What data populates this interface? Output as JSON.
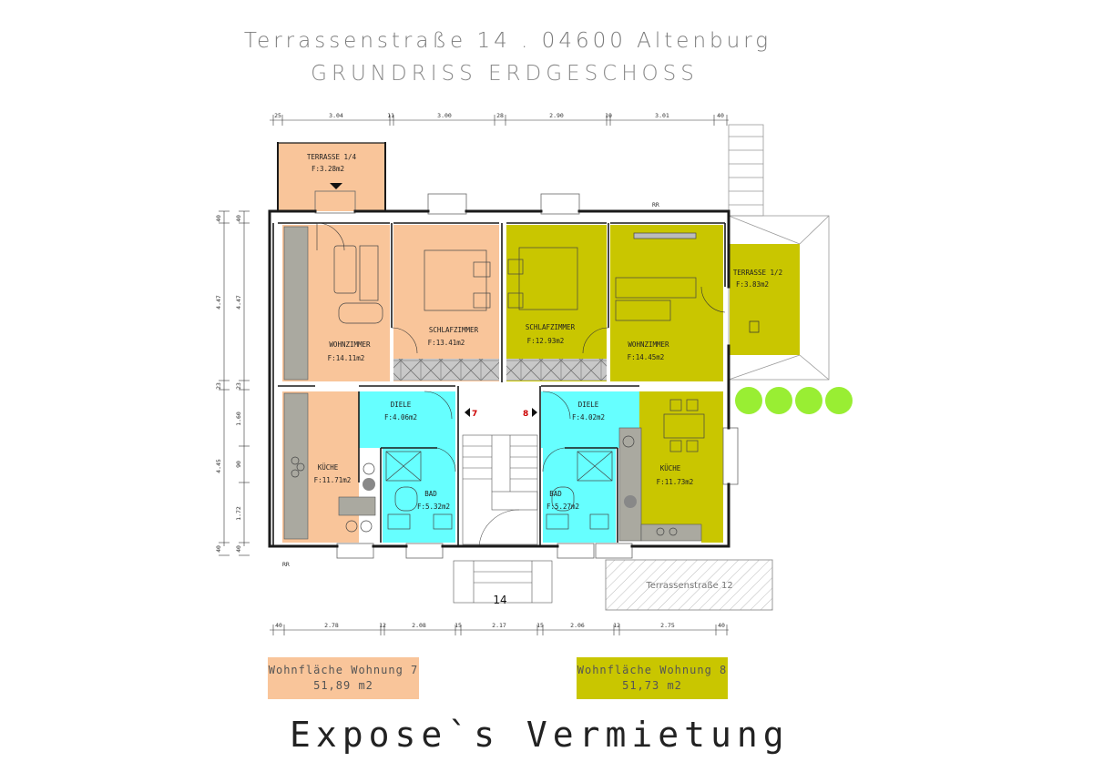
{
  "header": {
    "address": "Terrassenstraße 14 . 04600 Altenburg",
    "plan_title": "GRUNDRISS ERDGESCHOSS"
  },
  "footer": {
    "title": "Expose`s Vermietung"
  },
  "summary": {
    "w7_label": "Wohnfläche Wohnung 7",
    "w7_value": "51,89 m2",
    "w8_label": "Wohnfläche Wohnung 8",
    "w8_value": "51,73 m2"
  },
  "rooms": {
    "terrasse14": {
      "name": "TERRASSE 1/4",
      "area": "F:3.28m2"
    },
    "terrasse12": {
      "name": "TERRASSE 1/2",
      "area": "F:3.83m2"
    },
    "wohn7": {
      "name": "WOHNZIMMER",
      "area": "F:14.11m2"
    },
    "schlaf7": {
      "name": "SCHLAFZIMMER",
      "area": "F:13.41m2"
    },
    "schlaf8": {
      "name": "SCHLAFZIMMER",
      "area": "F:12.93m2"
    },
    "wohn8": {
      "name": "WOHNZIMMER",
      "area": "F:14.45m2"
    },
    "diele7": {
      "name": "DIELE",
      "area": "F:4.06m2"
    },
    "diele8": {
      "name": "DIELE",
      "area": "F:4.02m2"
    },
    "kueche7": {
      "name": "KÜCHE",
      "area": "F:11.71m2"
    },
    "kueche8": {
      "name": "KÜCHE",
      "area": "F:11.73m2"
    },
    "bad7": {
      "name": "BAD",
      "area": "F:5.32m2"
    },
    "bad8": {
      "name": "BAD",
      "area": "F:5.27m2"
    }
  },
  "labels": {
    "unit7": "7",
    "unit8": "8",
    "house_number": "14",
    "neighbor": "Terrassenstraße 12",
    "rr_top": "RR",
    "rr_bottom": "RR"
  },
  "dimensions": {
    "top": [
      "25",
      "3.04",
      "11",
      "3.00",
      "28",
      "2.90",
      "10",
      "3.01",
      "40"
    ],
    "bottom": [
      "40",
      "2.78",
      "12",
      "2.08",
      "15",
      "2.17",
      "15",
      "2.06",
      "12",
      "2.75",
      "40"
    ],
    "left_outer": [
      "40",
      "4.47",
      "23",
      "4.45",
      "40"
    ],
    "left_inner": [
      "40",
      "4.47",
      "23",
      "1.60",
      "90",
      "1.72",
      "40"
    ]
  },
  "colors": {
    "wohnung7": "#f9c59a",
    "wohnung8": "#c9c600",
    "diele_bad": "#66ffff",
    "wall": "#1a1a1a",
    "tree": "#99ee33"
  }
}
